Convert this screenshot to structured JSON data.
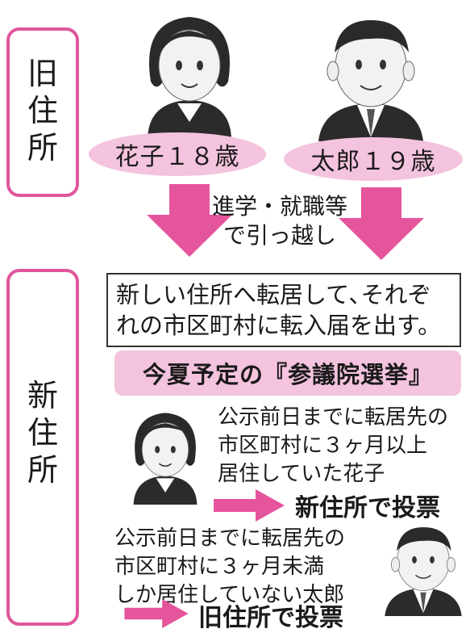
{
  "old_address": {
    "label": "旧\n住\n所"
  },
  "new_address": {
    "label": "新\n住\n所"
  },
  "hanako": {
    "label": "花子１８歳"
  },
  "taro": {
    "label": "太郎１９歳"
  },
  "move_note": "進学・就職等\nで引っ越し",
  "info_box": "新しい住所へ転居して､それぞ\nれの市区町村に転入届を出す。",
  "election_banner": "今夏予定の『参議院選挙』",
  "case_hanako": {
    "text": "公示前日までに転居先の\n市区町村に３ヶ月以上\n居住していた花子",
    "result": "新住所で投票"
  },
  "case_taro": {
    "text": "公示前日までに転居先の\n市区町村に３ヶ月未満\nしか居住していない太郎",
    "result": "旧住所で投票"
  },
  "colors": {
    "accent": "#e0569c",
    "label_bg": "#f4c3de",
    "arrow": "#e5559c"
  },
  "icons": [
    "woman-avatar-icon",
    "man-avatar-icon",
    "down-arrow-icon",
    "right-arrow-icon"
  ]
}
